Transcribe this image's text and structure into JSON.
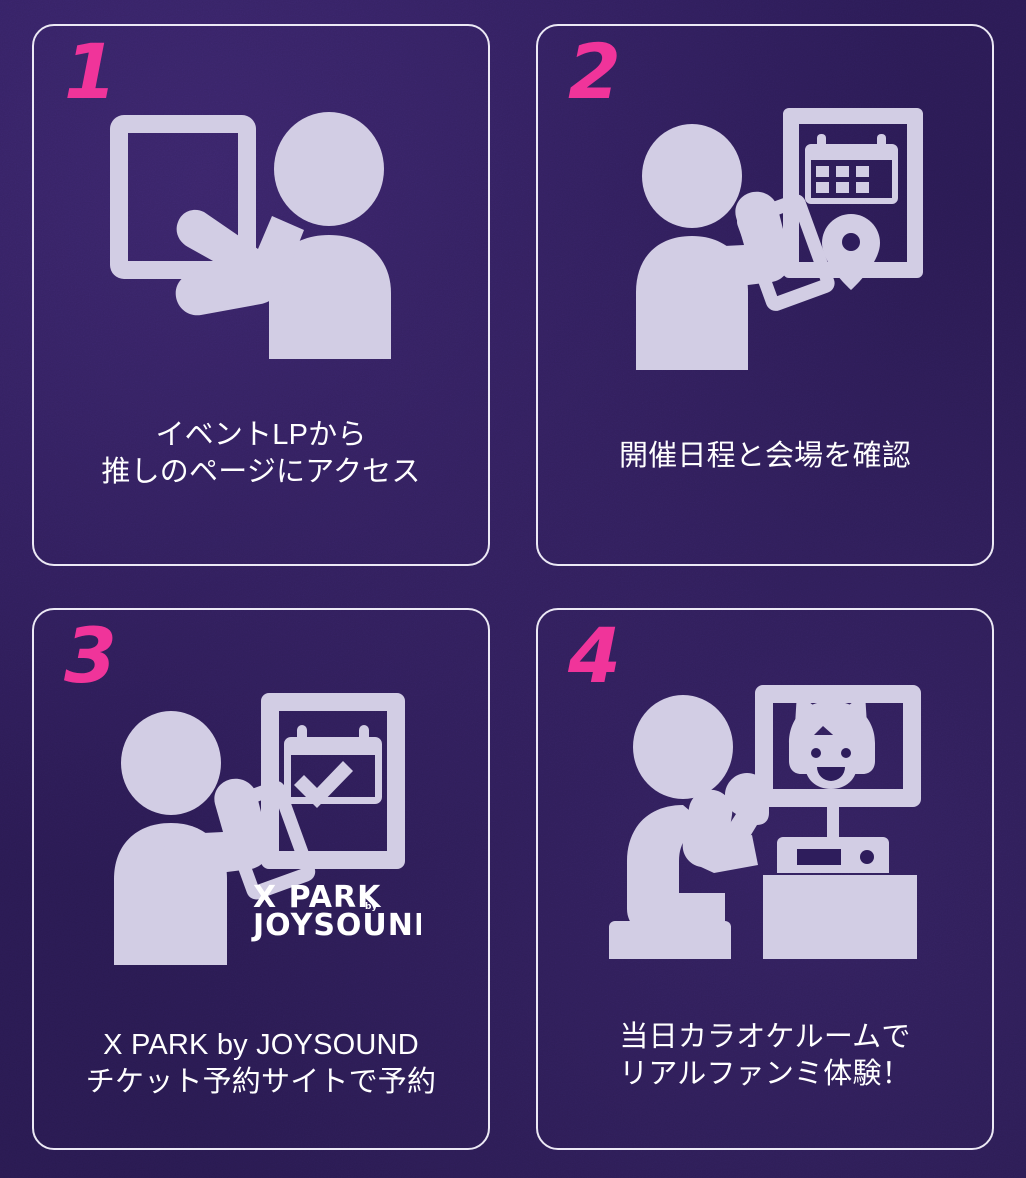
{
  "theme": {
    "background": "#2a1a52",
    "card_border": "#ece9f5",
    "accent_pink": "#f0349a",
    "icon_fill": "#d2cde4",
    "caption_color": "#ffffff"
  },
  "steps": [
    {
      "number": "1",
      "icon_name": "person-tapping-tablet-icon",
      "caption": "イベントLPから\n推しのページにアクセス"
    },
    {
      "number": "2",
      "icon_name": "person-phone-calendar-location-icon",
      "caption": "開催日程と会場を確認"
    },
    {
      "number": "3",
      "icon_name": "person-phone-calendar-check-icon",
      "caption": "X PARK by JOYSOUND\nチケット予約サイトで予約",
      "logo": {
        "line1": "X PARK",
        "by": "by",
        "line2": "JOYSOUND"
      }
    },
    {
      "number": "4",
      "icon_name": "person-singing-karaoke-monitor-icon",
      "caption": "当日カラオケルームで\nリアルファンミ体験！"
    }
  ]
}
